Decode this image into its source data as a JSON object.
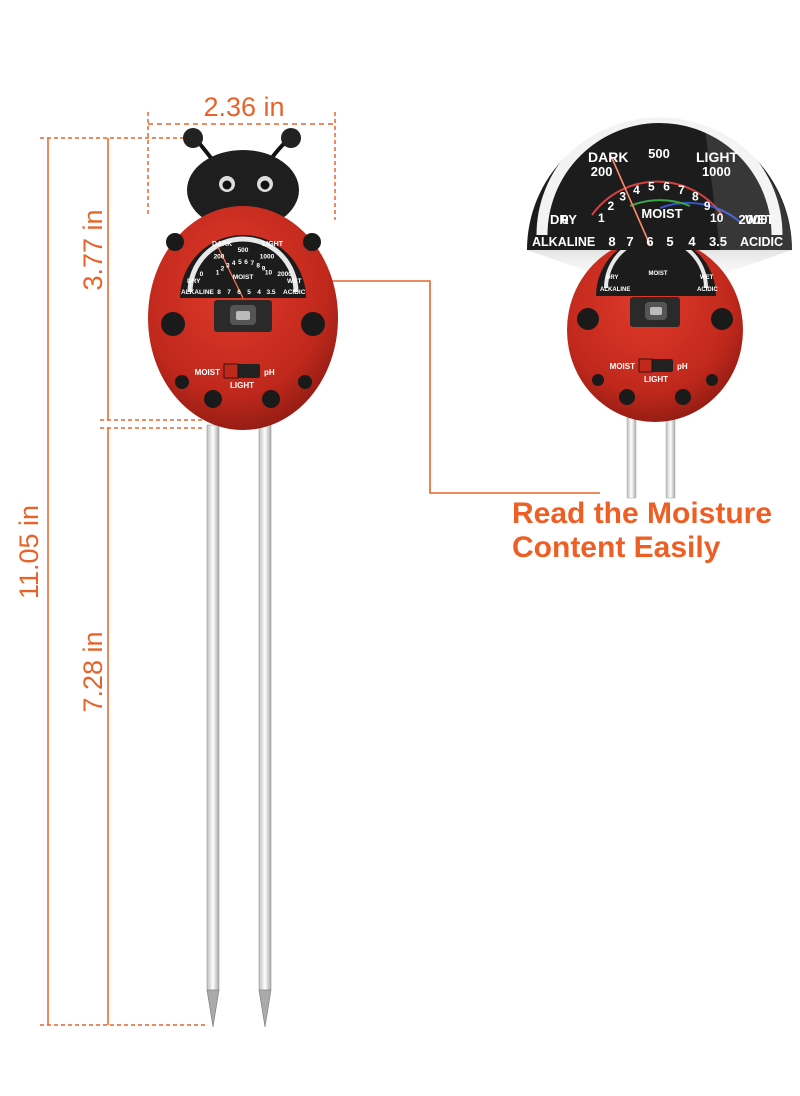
{
  "dimensions": {
    "width": "2.36 in",
    "head_height": "3.77 in",
    "total_height": "11.05 in",
    "probe_length": "7.28 in"
  },
  "gauge": {
    "top_left": "DARK",
    "top_right": "LIGHT",
    "light_scale": [
      "0",
      "200",
      "500",
      "1000",
      "2000"
    ],
    "moist_scale": [
      "1",
      "2",
      "3",
      "4",
      "5",
      "6",
      "7",
      "8",
      "9",
      "10"
    ],
    "dry": "DRY",
    "moist": "MOIST",
    "wet": "WET",
    "alkaline": "ALKALINE",
    "acidic": "ACIDIC",
    "ph_scale": [
      "8",
      "7",
      "6",
      "5",
      "4",
      "3.5"
    ]
  },
  "switch": {
    "left": "MOIST",
    "right": "pH",
    "bottom": "LIGHT"
  },
  "caption": {
    "line1": "Read the Moisture",
    "line2": "Content Easily"
  },
  "colors": {
    "accent": "#ee5f25",
    "body_red": "#c0281c",
    "spots": "#1a1a1a",
    "gauge_face": "#1c1c1c"
  }
}
